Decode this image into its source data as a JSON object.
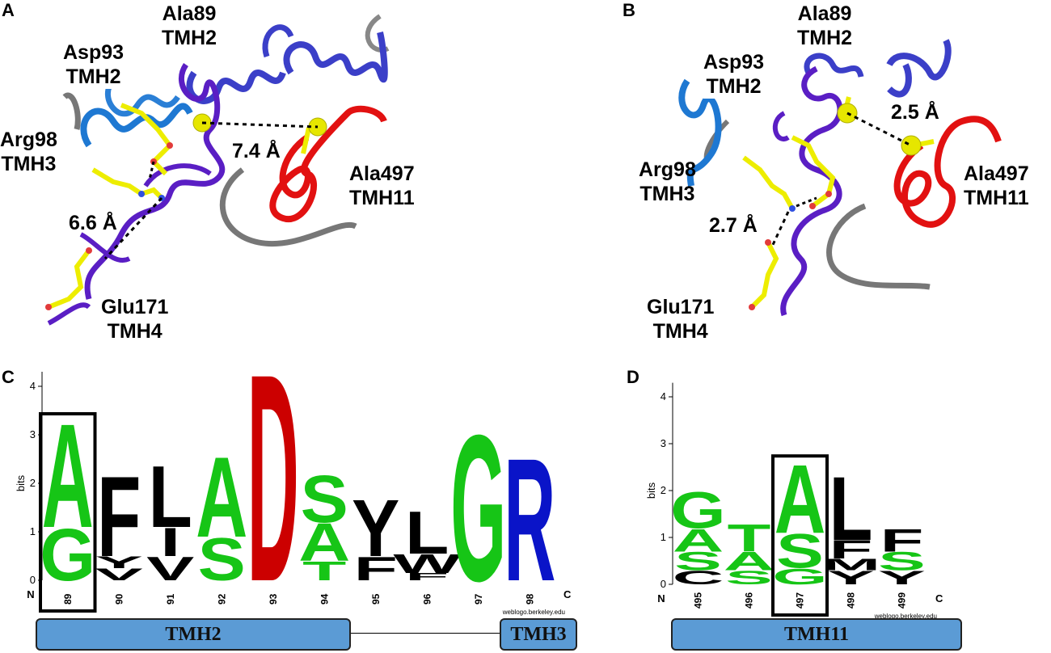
{
  "panels": {
    "A": {
      "label": "A",
      "residues": [
        {
          "name": "Ala89",
          "tmh": "TMH2"
        },
        {
          "name": "Asp93",
          "tmh": "TMH2"
        },
        {
          "name": "Arg98",
          "tmh": "TMH3"
        },
        {
          "name": "Ala497",
          "tmh": "TMH11"
        },
        {
          "name": "Glu171",
          "tmh": "TMH4"
        }
      ],
      "distances": [
        "7.4 Å",
        "6.6 Å"
      ]
    },
    "B": {
      "label": "B",
      "residues": [
        {
          "name": "Ala89",
          "tmh": "TMH2"
        },
        {
          "name": "Asp93",
          "tmh": "TMH2"
        },
        {
          "name": "Arg98",
          "tmh": "TMH3"
        },
        {
          "name": "Ala497",
          "tmh": "TMH11"
        },
        {
          "name": "Glu171",
          "tmh": "TMH4"
        }
      ],
      "distances": [
        "2.5 Å",
        "2.7 Å"
      ]
    },
    "C": {
      "label": "C",
      "tmh_bars": [
        "TMH2",
        "TMH3"
      ]
    },
    "D": {
      "label": "D",
      "tmh_bars": [
        "TMH11"
      ]
    }
  },
  "colors": {
    "green": "#16c516",
    "black": "#000000",
    "red": "#cc0000",
    "blue": "#0a14c8",
    "tmh_fill": "#5b9bd5"
  },
  "chart_data": [
    {
      "type": "sequence-logo",
      "panel": "C",
      "ylabel": "bits",
      "ylim": [
        0,
        4.3
      ],
      "yticks": [
        "0",
        "1",
        "2",
        "3",
        "4"
      ],
      "n_label": "N",
      "c_label": "C",
      "credit": "weblogo.berkeley.edu",
      "highlighted_position": "89",
      "positions": [
        {
          "pos": "89",
          "stack": [
            {
              "letter": "G",
              "bits": 1.1,
              "color": "green"
            },
            {
              "letter": "A",
              "bits": 2.2,
              "color": "green"
            }
          ]
        },
        {
          "pos": "90",
          "stack": [
            {
              "letter": "V",
              "bits": 0.25,
              "color": "black"
            },
            {
              "letter": "Y",
              "bits": 0.25,
              "color": "black"
            },
            {
              "letter": "F",
              "bits": 1.7,
              "color": "black"
            }
          ]
        },
        {
          "pos": "91",
          "stack": [
            {
              "letter": "V",
              "bits": 0.5,
              "color": "black"
            },
            {
              "letter": "I",
              "bits": 0.6,
              "color": "black"
            },
            {
              "letter": "L",
              "bits": 1.3,
              "color": "black"
            }
          ]
        },
        {
          "pos": "92",
          "stack": [
            {
              "letter": "S",
              "bits": 0.9,
              "color": "green"
            },
            {
              "letter": "A",
              "bits": 1.7,
              "color": "green"
            }
          ]
        },
        {
          "pos": "93",
          "stack": [
            {
              "letter": "D",
              "bits": 4.4,
              "color": "red"
            }
          ]
        },
        {
          "pos": "94",
          "stack": [
            {
              "letter": "T",
              "bits": 0.4,
              "color": "green"
            },
            {
              "letter": "A",
              "bits": 0.8,
              "color": "green"
            },
            {
              "letter": "S",
              "bits": 1.0,
              "color": "green"
            }
          ]
        },
        {
          "pos": "95",
          "stack": [
            {
              "letter": "F",
              "bits": 0.5,
              "color": "black"
            },
            {
              "letter": "Y",
              "bits": 1.2,
              "color": "black"
            }
          ]
        },
        {
          "pos": "96",
          "stack": [
            {
              "letter": "F",
              "bits": 0.15,
              "color": "black"
            },
            {
              "letter": "W",
              "bits": 0.4,
              "color": "black"
            },
            {
              "letter": "L",
              "bits": 0.9,
              "color": "black"
            }
          ]
        },
        {
          "pos": "97",
          "stack": [
            {
              "letter": "G",
              "bits": 3.1,
              "color": "green"
            }
          ]
        },
        {
          "pos": "98",
          "stack": [
            {
              "letter": "R",
              "bits": 2.6,
              "color": "blue"
            }
          ]
        }
      ]
    },
    {
      "type": "sequence-logo",
      "panel": "D",
      "ylabel": "bits",
      "ylim": [
        0,
        4.3
      ],
      "yticks": [
        "0",
        "1",
        "2",
        "3",
        "4"
      ],
      "n_label": "N",
      "c_label": "C",
      "credit": "weblogo.berkeley.edu",
      "highlighted_position": "497",
      "positions": [
        {
          "pos": "495",
          "stack": [
            {
              "letter": "C",
              "bits": 0.3,
              "color": "black"
            },
            {
              "letter": "S",
              "bits": 0.4,
              "color": "green"
            },
            {
              "letter": "A",
              "bits": 0.5,
              "color": "green"
            },
            {
              "letter": "G",
              "bits": 0.8,
              "color": "green"
            }
          ]
        },
        {
          "pos": "496",
          "stack": [
            {
              "letter": "S",
              "bits": 0.3,
              "color": "green"
            },
            {
              "letter": "A",
              "bits": 0.4,
              "color": "green"
            },
            {
              "letter": "T",
              "bits": 0.6,
              "color": "green"
            }
          ]
        },
        {
          "pos": "497",
          "stack": [
            {
              "letter": "G",
              "bits": 0.35,
              "color": "green"
            },
            {
              "letter": "S",
              "bits": 0.75,
              "color": "green"
            },
            {
              "letter": "A",
              "bits": 1.5,
              "color": "green"
            }
          ]
        },
        {
          "pos": "498",
          "stack": [
            {
              "letter": "Y",
              "bits": 0.3,
              "color": "black"
            },
            {
              "letter": "M",
              "bits": 0.25,
              "color": "black"
            },
            {
              "letter": "F",
              "bits": 0.4,
              "color": "black"
            },
            {
              "letter": "L",
              "bits": 1.4,
              "color": "black"
            }
          ]
        },
        {
          "pos": "499",
          "stack": [
            {
              "letter": "Y",
              "bits": 0.3,
              "color": "black"
            },
            {
              "letter": "S",
              "bits": 0.4,
              "color": "green"
            },
            {
              "letter": "F",
              "bits": 0.5,
              "color": "black"
            }
          ]
        }
      ]
    }
  ]
}
